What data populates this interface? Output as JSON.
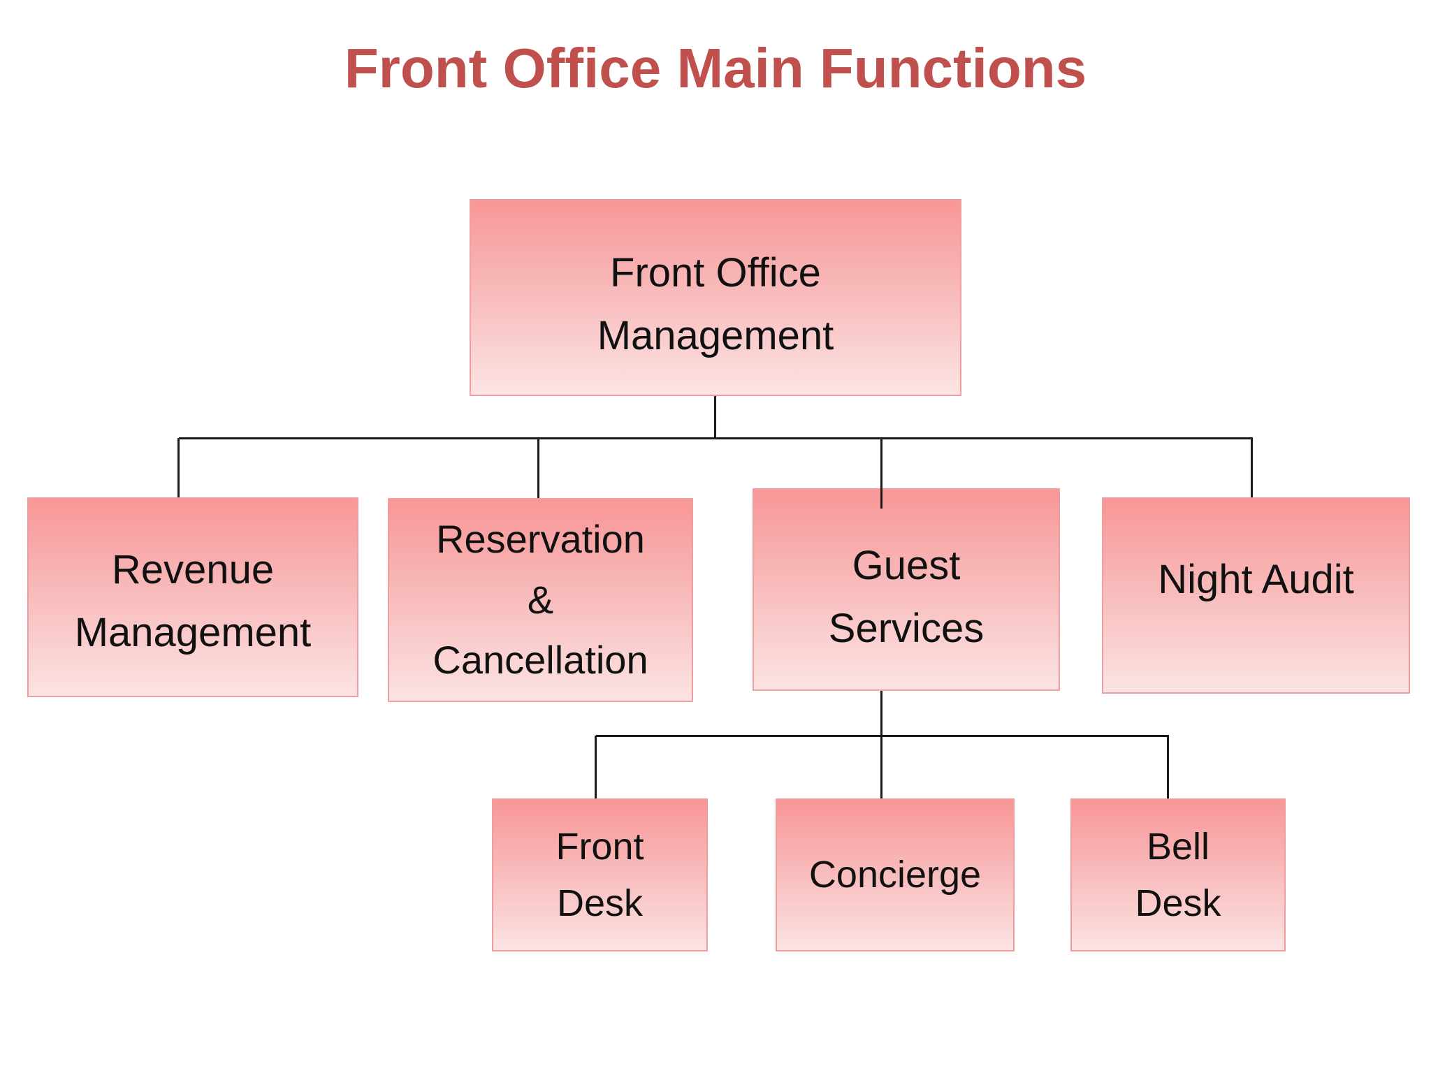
{
  "title": "Front Office Main Functions",
  "diagram": {
    "root": {
      "label": "Front Office\nManagement"
    },
    "level2": [
      {
        "label": "Revenue\nManagement"
      },
      {
        "label": "Reservation\n&\nCancellation"
      },
      {
        "label": "Guest\nServices"
      },
      {
        "label": "Night Audit"
      }
    ],
    "level3": [
      {
        "label": "Front\nDesk"
      },
      {
        "label": "Concierge"
      },
      {
        "label": "Bell\nDesk"
      }
    ]
  },
  "colors": {
    "title_text": "#C0504D",
    "box_gradient_top": "#F99697",
    "box_gradient_bottom": "#FCE3E3",
    "box_border": "#EE9E9E",
    "connector_line": "#1b1b1b",
    "node_text": "#111111",
    "background": "#FFFFFF"
  }
}
